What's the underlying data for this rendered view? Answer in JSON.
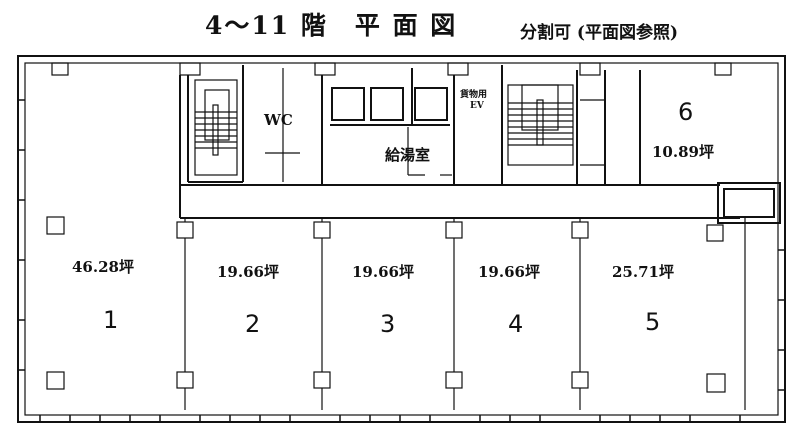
{
  "title": "4〜11 階　平 面 図",
  "subtitle": "分割可 (平面図参照)",
  "core": {
    "wc": "WC",
    "kitchen": "給湯室",
    "freight_ev_1": "貨物用",
    "freight_ev_2": "EV"
  },
  "units": [
    {
      "number": "1",
      "area": "46.28坪"
    },
    {
      "number": "2",
      "area": "19.66坪"
    },
    {
      "number": "3",
      "area": "19.66坪"
    },
    {
      "number": "4",
      "area": "19.66坪"
    },
    {
      "number": "5",
      "area": "25.71坪"
    },
    {
      "number": "6",
      "area": "10.89坪"
    }
  ]
}
